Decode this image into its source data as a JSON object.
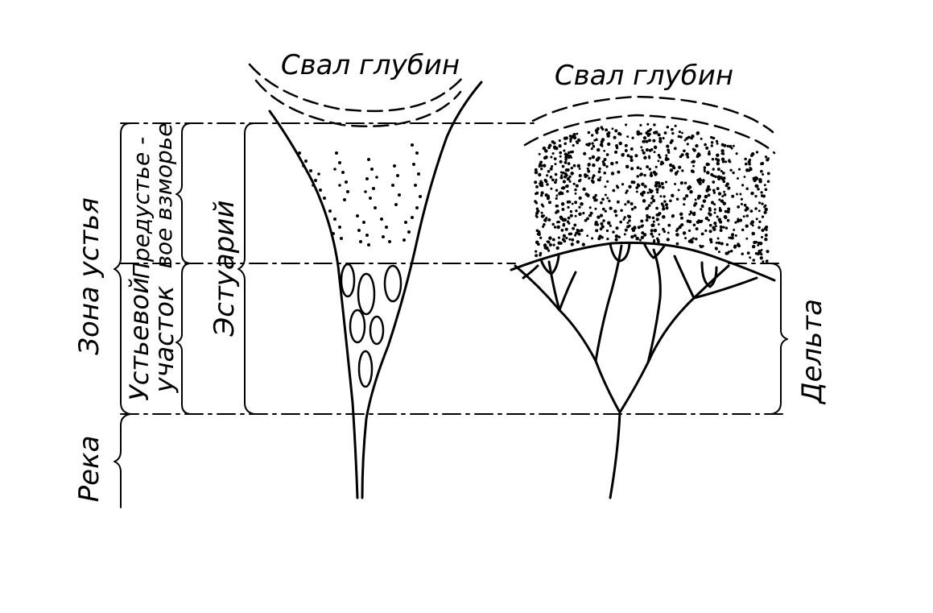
{
  "labels": {
    "shelf_left": "Свал глубин",
    "shelf_right": "Свал глубин",
    "mouth_zone": "Зона устья",
    "river": "Река",
    "mouth_section_1": "Устьевой",
    "mouth_section_2": "участок",
    "nearshore_1": "Предустье -",
    "nearshore_2": "вое взморье",
    "estuary": "Эстуарий",
    "delta": "Дельта"
  }
}
